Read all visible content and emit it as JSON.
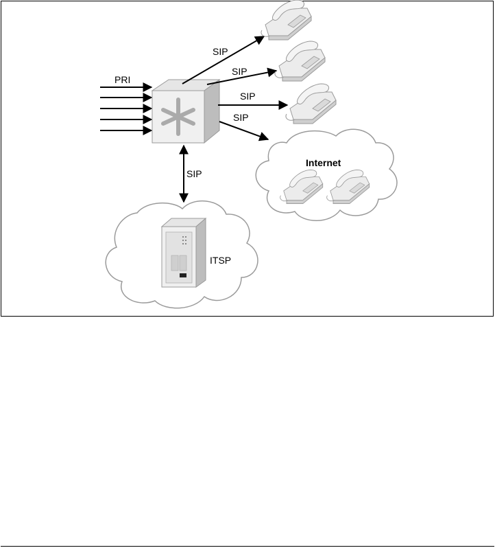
{
  "labels": {
    "pri": "PRI",
    "sip_phone1": "SIP",
    "sip_phone2": "SIP",
    "sip_phone3": "SIP",
    "sip_internet": "SIP",
    "sip_itsp": "SIP",
    "internet": "Internet",
    "itsp": "ITSP"
  },
  "nodes": {
    "pbx": {
      "icon": "asterisk-pbx-icon"
    },
    "phones": [
      "phone-icon",
      "phone-icon",
      "phone-icon"
    ],
    "internet_phones": [
      "phone-icon",
      "phone-icon"
    ],
    "itsp_server": {
      "icon": "server-rack-icon"
    }
  },
  "colors": {
    "cloud_fill": "#ffffff",
    "cloud_stroke": "#9a9a9a",
    "device_fill": "#e9e9e9",
    "device_shadow": "#bdbdbd",
    "line": "#000000"
  }
}
